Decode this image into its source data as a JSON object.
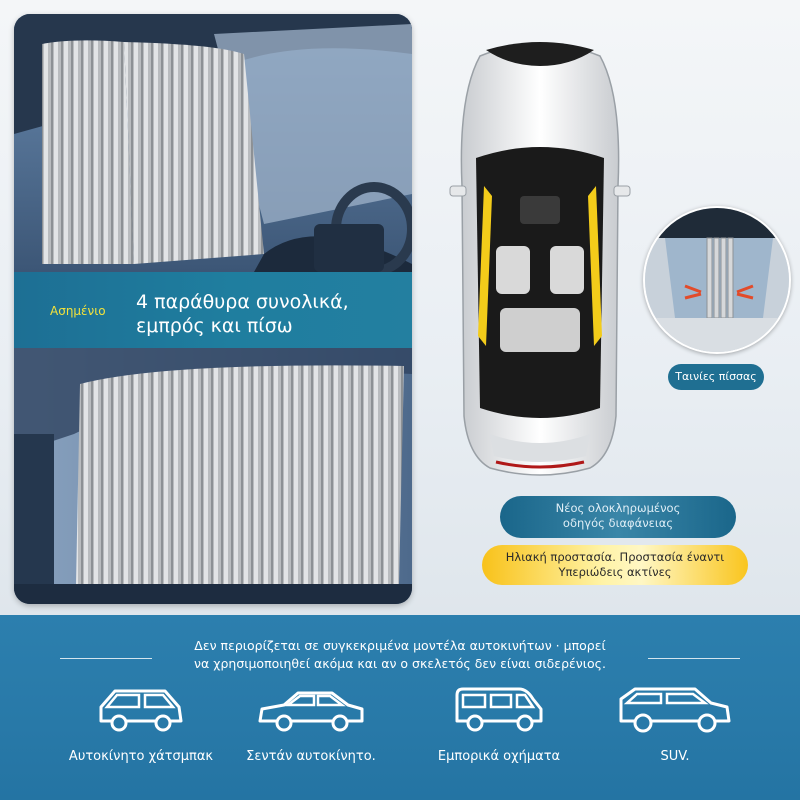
{
  "left_panel": {
    "color_label": "Ασημένιο",
    "headline_line1": "4 παράθυρα συνολικά,",
    "headline_line2": "εμπρός και πίσω"
  },
  "inset": {
    "label": "Ταινίες πίσσας"
  },
  "badges": {
    "guide_line1": "Νέος ολοκληρωμένος",
    "guide_line2": "οδηγός διαφάνειας",
    "sun_line1": "Ηλιακή προστασία. Προστασία έναντι",
    "sun_line2": "Υπεριώδεις ακτίνες"
  },
  "bottom": {
    "note_line1": "Δεν περιορίζεται σε συγκεκριμένα μοντέλα αυτοκινήτων · μπορεί",
    "note_line2": "να χρησιμοποιηθεί ακόμα και αν ο σκελετός δεν είναι σιδερένιος.",
    "vehicles": [
      {
        "label": "Αυτοκίνητο χάτσμπακ",
        "icon": "hatchback-icon"
      },
      {
        "label": "Σεντάν αυτοκίνητο.",
        "icon": "sedan-icon"
      },
      {
        "label": "Εμπορικά οχήματα",
        "icon": "van-icon"
      },
      {
        "label": "SUV.",
        "icon": "suv-icon"
      }
    ]
  },
  "colors": {
    "band_blue": "#1f7e9f",
    "accent_yellow": "#f4e23b",
    "bottom_blue": "#2879a8"
  }
}
